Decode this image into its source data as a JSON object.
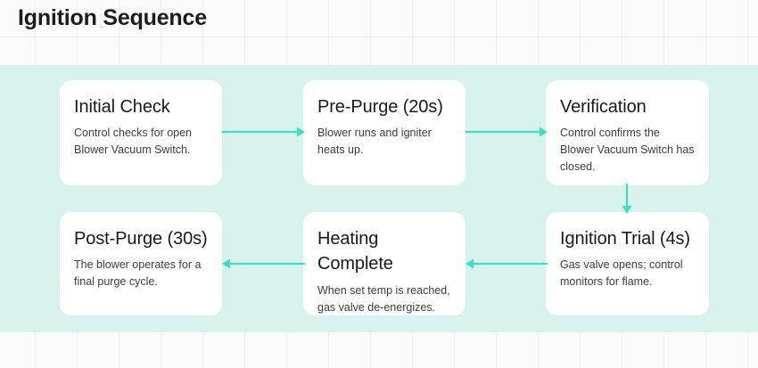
{
  "page": {
    "title": "Ignition Sequence",
    "accent_color": "#3ce0bd",
    "band_color": "#d8f2ed",
    "card_color": "#ffffff",
    "background_color": "#fafafa",
    "title_color": "#1d1d1f"
  },
  "flow": {
    "steps": [
      {
        "id": "initial-check",
        "title": "Initial Check",
        "description": "Control checks for open Blower Vacuum Switch."
      },
      {
        "id": "pre-purge",
        "title": "Pre-Purge (20s)",
        "description": "Blower runs and igniter heats up."
      },
      {
        "id": "verification",
        "title": "Verification",
        "description": "Control confirms the Blower Vacuum Switch has closed."
      },
      {
        "id": "ignition-trial",
        "title": "Ignition Trial (4s)",
        "description": "Gas valve opens; control monitors for flame."
      },
      {
        "id": "heating-complete",
        "title": "Heating Complete",
        "description": "When set temp is reached, gas valve de-energizes."
      },
      {
        "id": "post-purge",
        "title": "Post-Purge (30s)",
        "description": "The blower operates for a final purge cycle."
      }
    ],
    "connectors": [
      {
        "id": "initial-check-to-pre-purge",
        "direction": "right"
      },
      {
        "id": "pre-purge-to-verification",
        "direction": "right"
      },
      {
        "id": "verification-to-ignition-trial",
        "direction": "down"
      },
      {
        "id": "ignition-trial-to-heating-complete",
        "direction": "left"
      },
      {
        "id": "heating-complete-to-post-purge",
        "direction": "left"
      }
    ]
  }
}
